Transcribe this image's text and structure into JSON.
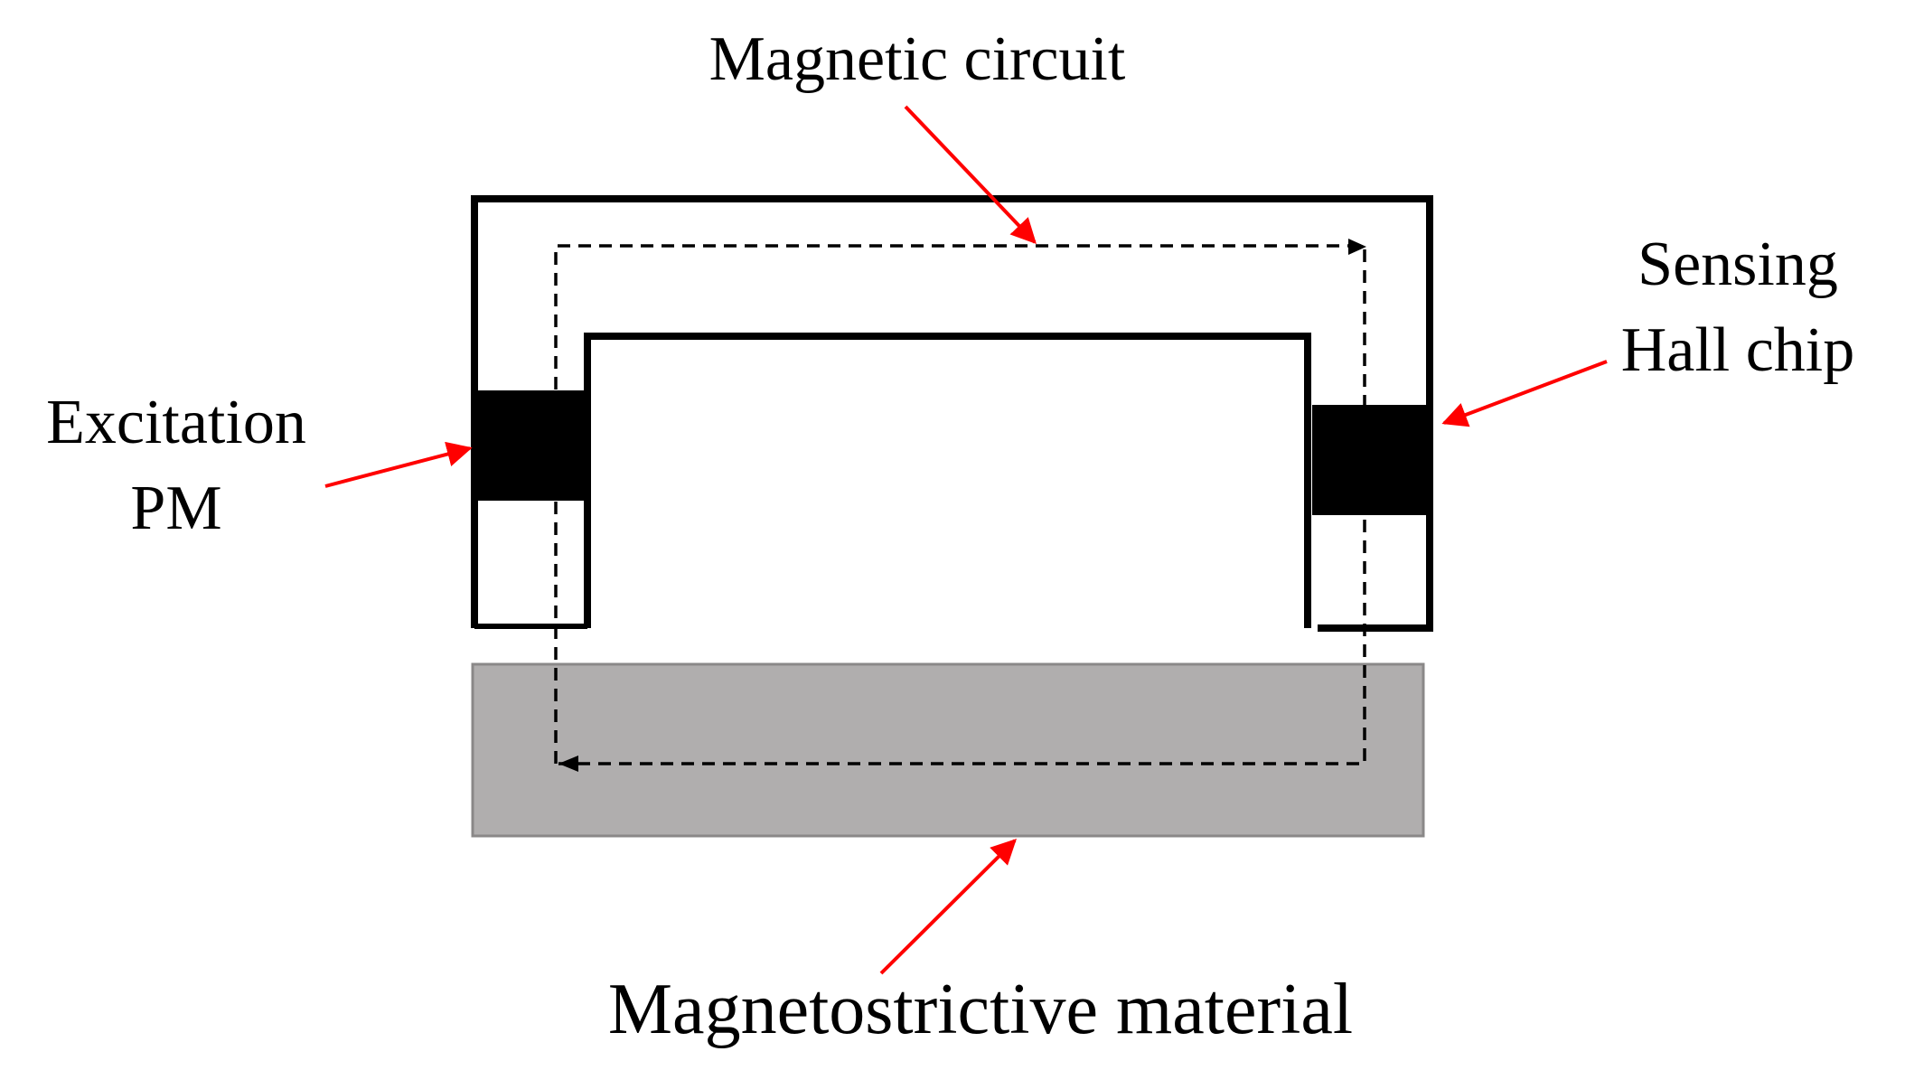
{
  "labels": {
    "magnetic_circuit": "Magnetic circuit",
    "sensing_line1": "Sensing",
    "sensing_line2": "Hall chip",
    "excitation_line1": "Excitation",
    "excitation_line2": "PM",
    "material": "Magnetostrictive material"
  },
  "colors": {
    "arrow": "#ff0000",
    "outline": "#000000",
    "magnet_fill": "#000000",
    "material_fill": "#b0aeae",
    "material_stroke": "#8a8888",
    "background": "#ffffff"
  }
}
